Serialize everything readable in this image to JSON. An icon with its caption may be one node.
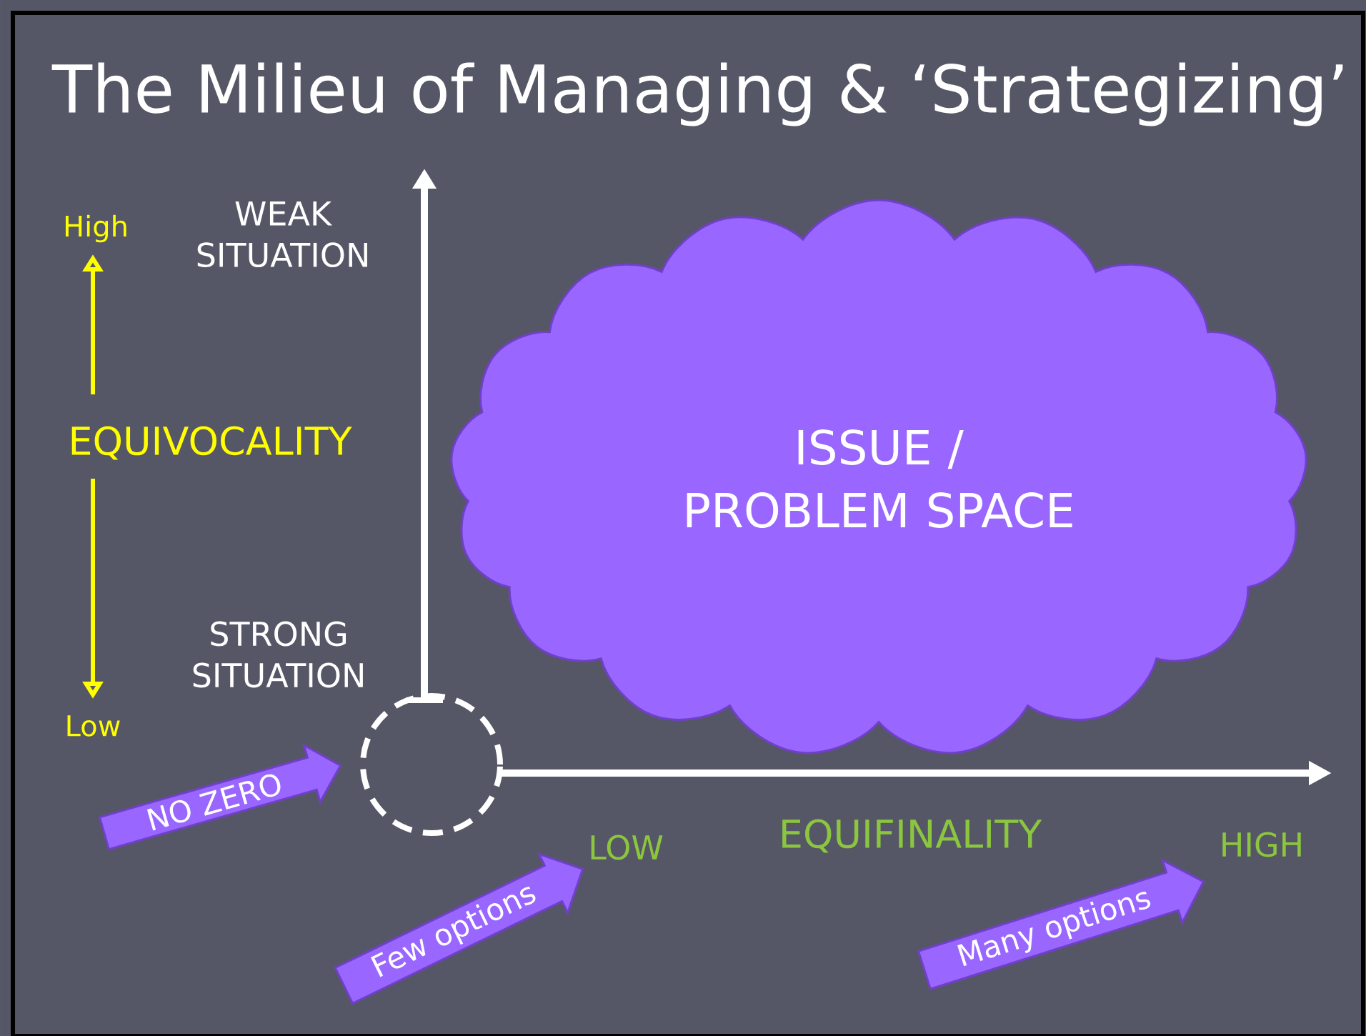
{
  "diagram": {
    "title": "The Milieu of Managing & ‘Strategizing’",
    "nodes": [
      {
        "text": [
          "ISSUE / PROBLEM SPACE"
        ]
      },
      {
        "text": [],
        "shape": "circle"
      },
      {
        "text": [
          "NO ZERO"
        ]
      },
      {
        "text": [
          "Few options"
        ]
      },
      {
        "text": [
          "Many options"
        ]
      }
    ],
    "labels": [
      "High",
      "WEAK SITUATION",
      "EQUIVOCALITY",
      "STRONG SITUATION",
      "Low",
      "LOW",
      "EQUIFINALITY",
      "HIGH"
    ]
  }
}
